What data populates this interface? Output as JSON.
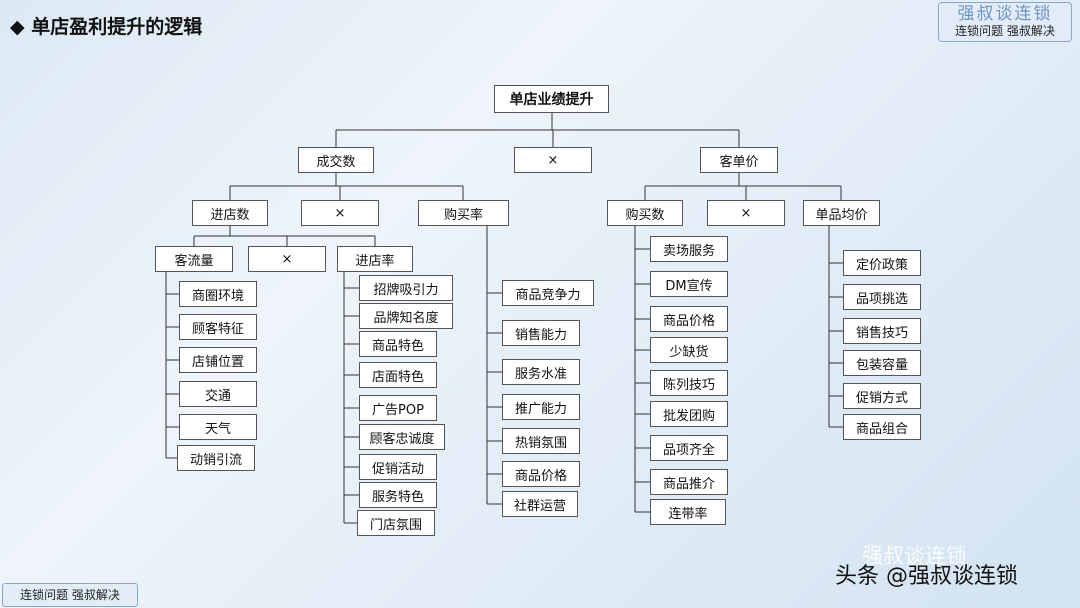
{
  "header": {
    "title": "单店盈利提升的逻辑"
  },
  "brand": {
    "name": "强叔谈连锁",
    "slogan": "连锁问题  强叔解决"
  },
  "footer": {
    "tag": "连锁问题  强叔解决",
    "watermark": "头条 @强叔谈连锁",
    "watermark_faint": "强叔谈连锁"
  },
  "diagram": {
    "root": "单店业绩提升",
    "level1": {
      "left": "成交数",
      "op": "×",
      "right": "客单价"
    },
    "left_level2": {
      "a": "进店数",
      "op": "×",
      "b": "购买率"
    },
    "right_level2": {
      "a": "购买数",
      "op": "×",
      "b": "单品均价"
    },
    "level3": {
      "a": "客流量",
      "op": "×",
      "b": "进店率"
    },
    "traffic_factors": [
      "商圈环境",
      "顾客特征",
      "店铺位置",
      "交通",
      "天气",
      "动销引流"
    ],
    "entry_factors": [
      "招牌吸引力",
      "品牌知名度",
      "商品特色",
      "店面特色",
      "广告POP",
      "顾客忠诚度",
      "促销活动",
      "服务特色",
      "门店氛围"
    ],
    "conversion_factors": [
      "商品竞争力",
      "销售能力",
      "服务水准",
      "推广能力",
      "热销氛围",
      "商品价格",
      "社群运营"
    ],
    "purchase_factors": [
      "卖场服务",
      "DM宣传",
      "商品价格",
      "少缺货",
      "陈列技巧",
      "批发团购",
      "品项齐全",
      "商品推介",
      "连带率"
    ],
    "price_factors": [
      "定价政策",
      "品项挑选",
      "销售技巧",
      "包装容量",
      "促销方式",
      "商品组合"
    ]
  }
}
